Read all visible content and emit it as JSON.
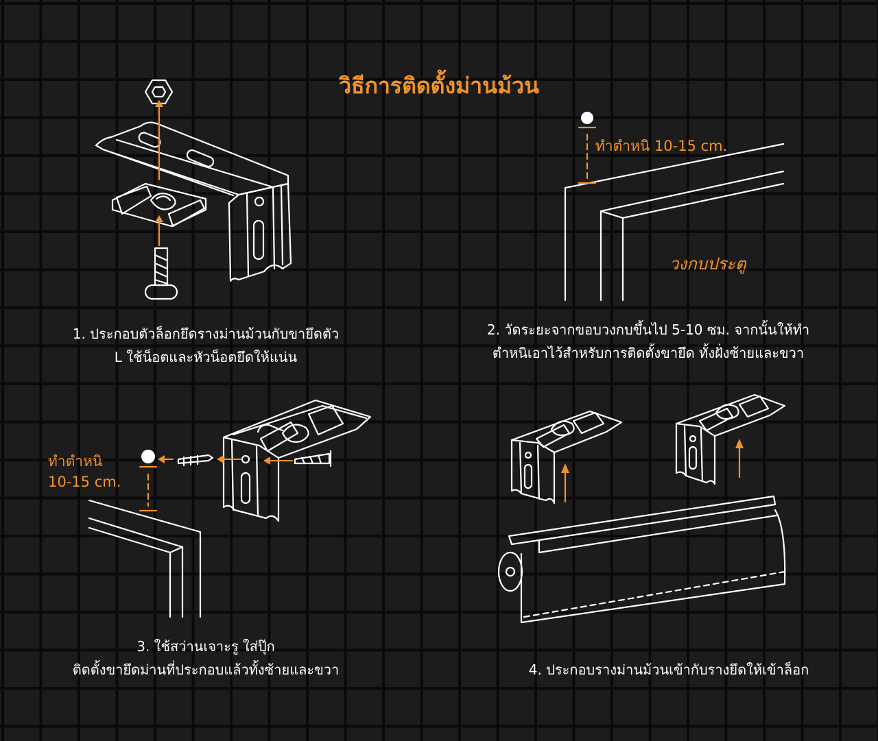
{
  "title": "วิธีการติดตั้งม่านม้วน",
  "colors": {
    "accent": "#f0922b",
    "line": "#ffffff",
    "background": "#1c1c1c",
    "grid": "#0a0a0a"
  },
  "steps": [
    {
      "line1": "1. ประกอบตัวล็อกยึดรางม่านม้วนกับขายึดตัว",
      "line2": "L ใช้น็อตและหัวน็อตยึดให้แน่น"
    },
    {
      "line1": "2. วัดระยะจากขอบวงกบขึ้นไป 5-10 ซม. จากนั้นให้ทำ",
      "line2": "ตำหนิเอาไว้สำหรับการติดตั้งขายึด ทั้งฝั่งซ้ายและขวา"
    },
    {
      "line1": "3. ใช้สว่านเจาะรู ใส่ปุ๊ก",
      "line2": "ติดตั้งขายึดม่านที่ประกอบแล้วทั้งซ้ายและขวา"
    },
    {
      "line1": "4. ประกอบรางม่านม้วนเข้ากับรางยึดให้เข้าล็อก",
      "line2": ""
    }
  ],
  "labels": {
    "mark_top": "ทำตำหนิ 10-15 cm.",
    "door_frame": "วงกบประตู",
    "mark_left_1": "ทำตำหนิ",
    "mark_left_2": "10-15 cm."
  }
}
